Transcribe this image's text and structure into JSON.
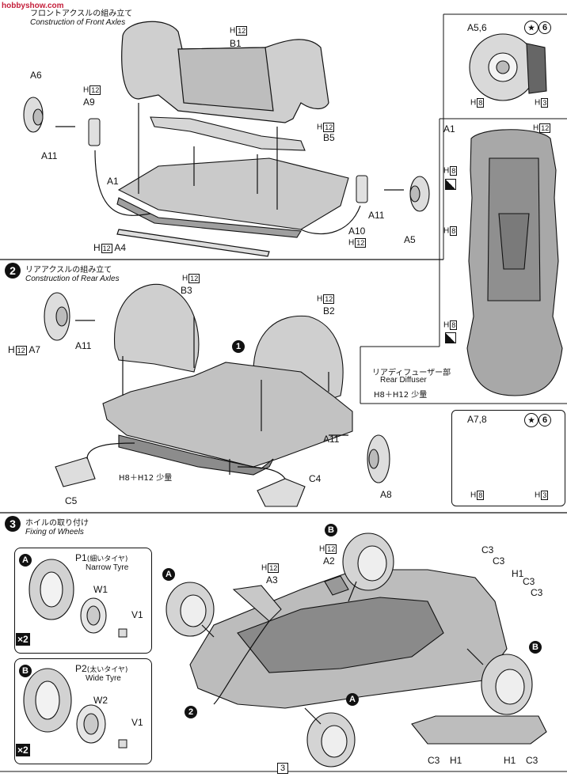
{
  "watermark": "hobbyshow.com",
  "step1": {
    "title_ja": "フロントアクスルの組み立て",
    "title_en": "Construction of Front Axles"
  },
  "step2": {
    "number": "2",
    "title_ja": "リアアクスルの組み立て",
    "title_en": "Construction of Rear Axles"
  },
  "step3": {
    "number": "3",
    "title_ja": "ホイルの取り付け",
    "title_en": "Fixing of Wheels"
  },
  "parts_step1": {
    "b1": "B1",
    "a6": "A6",
    "a9": "A9",
    "a11": "A11",
    "a1": "A1",
    "a4": "A4",
    "b5": "B5",
    "a10": "A10",
    "a11b": "A11",
    "a5": "A5",
    "h12": "H",
    "h12n": "12"
  },
  "detail_a56": {
    "label": "A5,6",
    "n6": "6",
    "h8": "H",
    "h8n": "8",
    "h3": "H",
    "h3n": "3"
  },
  "detail_a78": {
    "label": "A7,8",
    "n6": "6",
    "h8": "H",
    "h8n": "8",
    "h3": "H",
    "h3n": "3"
  },
  "chassis_side": {
    "a1": "A1",
    "h12": "H",
    "h12n": "12",
    "h8a": "H",
    "h8an": "8",
    "h8b": "H",
    "h8bn": "8",
    "h8c": "H",
    "h8cn": "8",
    "rear_diffuser_ja": "リアディフューザー部",
    "rear_diffuser_en": "Rear Diffuser",
    "diffuser_note": "H8＋H12 少量"
  },
  "parts_step2": {
    "b3": "B3",
    "b2": "B2",
    "a7": "A7",
    "a11": "A11",
    "a11b": "A11",
    "a8": "A8",
    "c4": "C4",
    "c5": "C5",
    "marker1": "1",
    "h_note": "H8＋H12 少量"
  },
  "wheel_a": {
    "tag": "A",
    "p1": "P1",
    "p1_ja": "(細いタイヤ)",
    "p1_en": "Narrow Tyre",
    "w1": "W1",
    "v1": "V1",
    "x2": "×2"
  },
  "wheel_b": {
    "tag": "B",
    "p2": "P2",
    "p2_ja": "(太いタイヤ)",
    "p2_en": "Wide Tyre",
    "w2": "W2",
    "v1": "V1",
    "x2": "×2"
  },
  "parts_step3": {
    "a3": "A3",
    "a2": "A2",
    "c3a": "C3",
    "c3b": "C3",
    "h1a": "H1",
    "c3c": "C3",
    "c3d": "C3",
    "marker2": "2",
    "bottom_c3l": "C3",
    "bottom_h1l": "H1",
    "bottom_h1r": "H1",
    "bottom_c3r": "C3"
  },
  "page_number": "3"
}
